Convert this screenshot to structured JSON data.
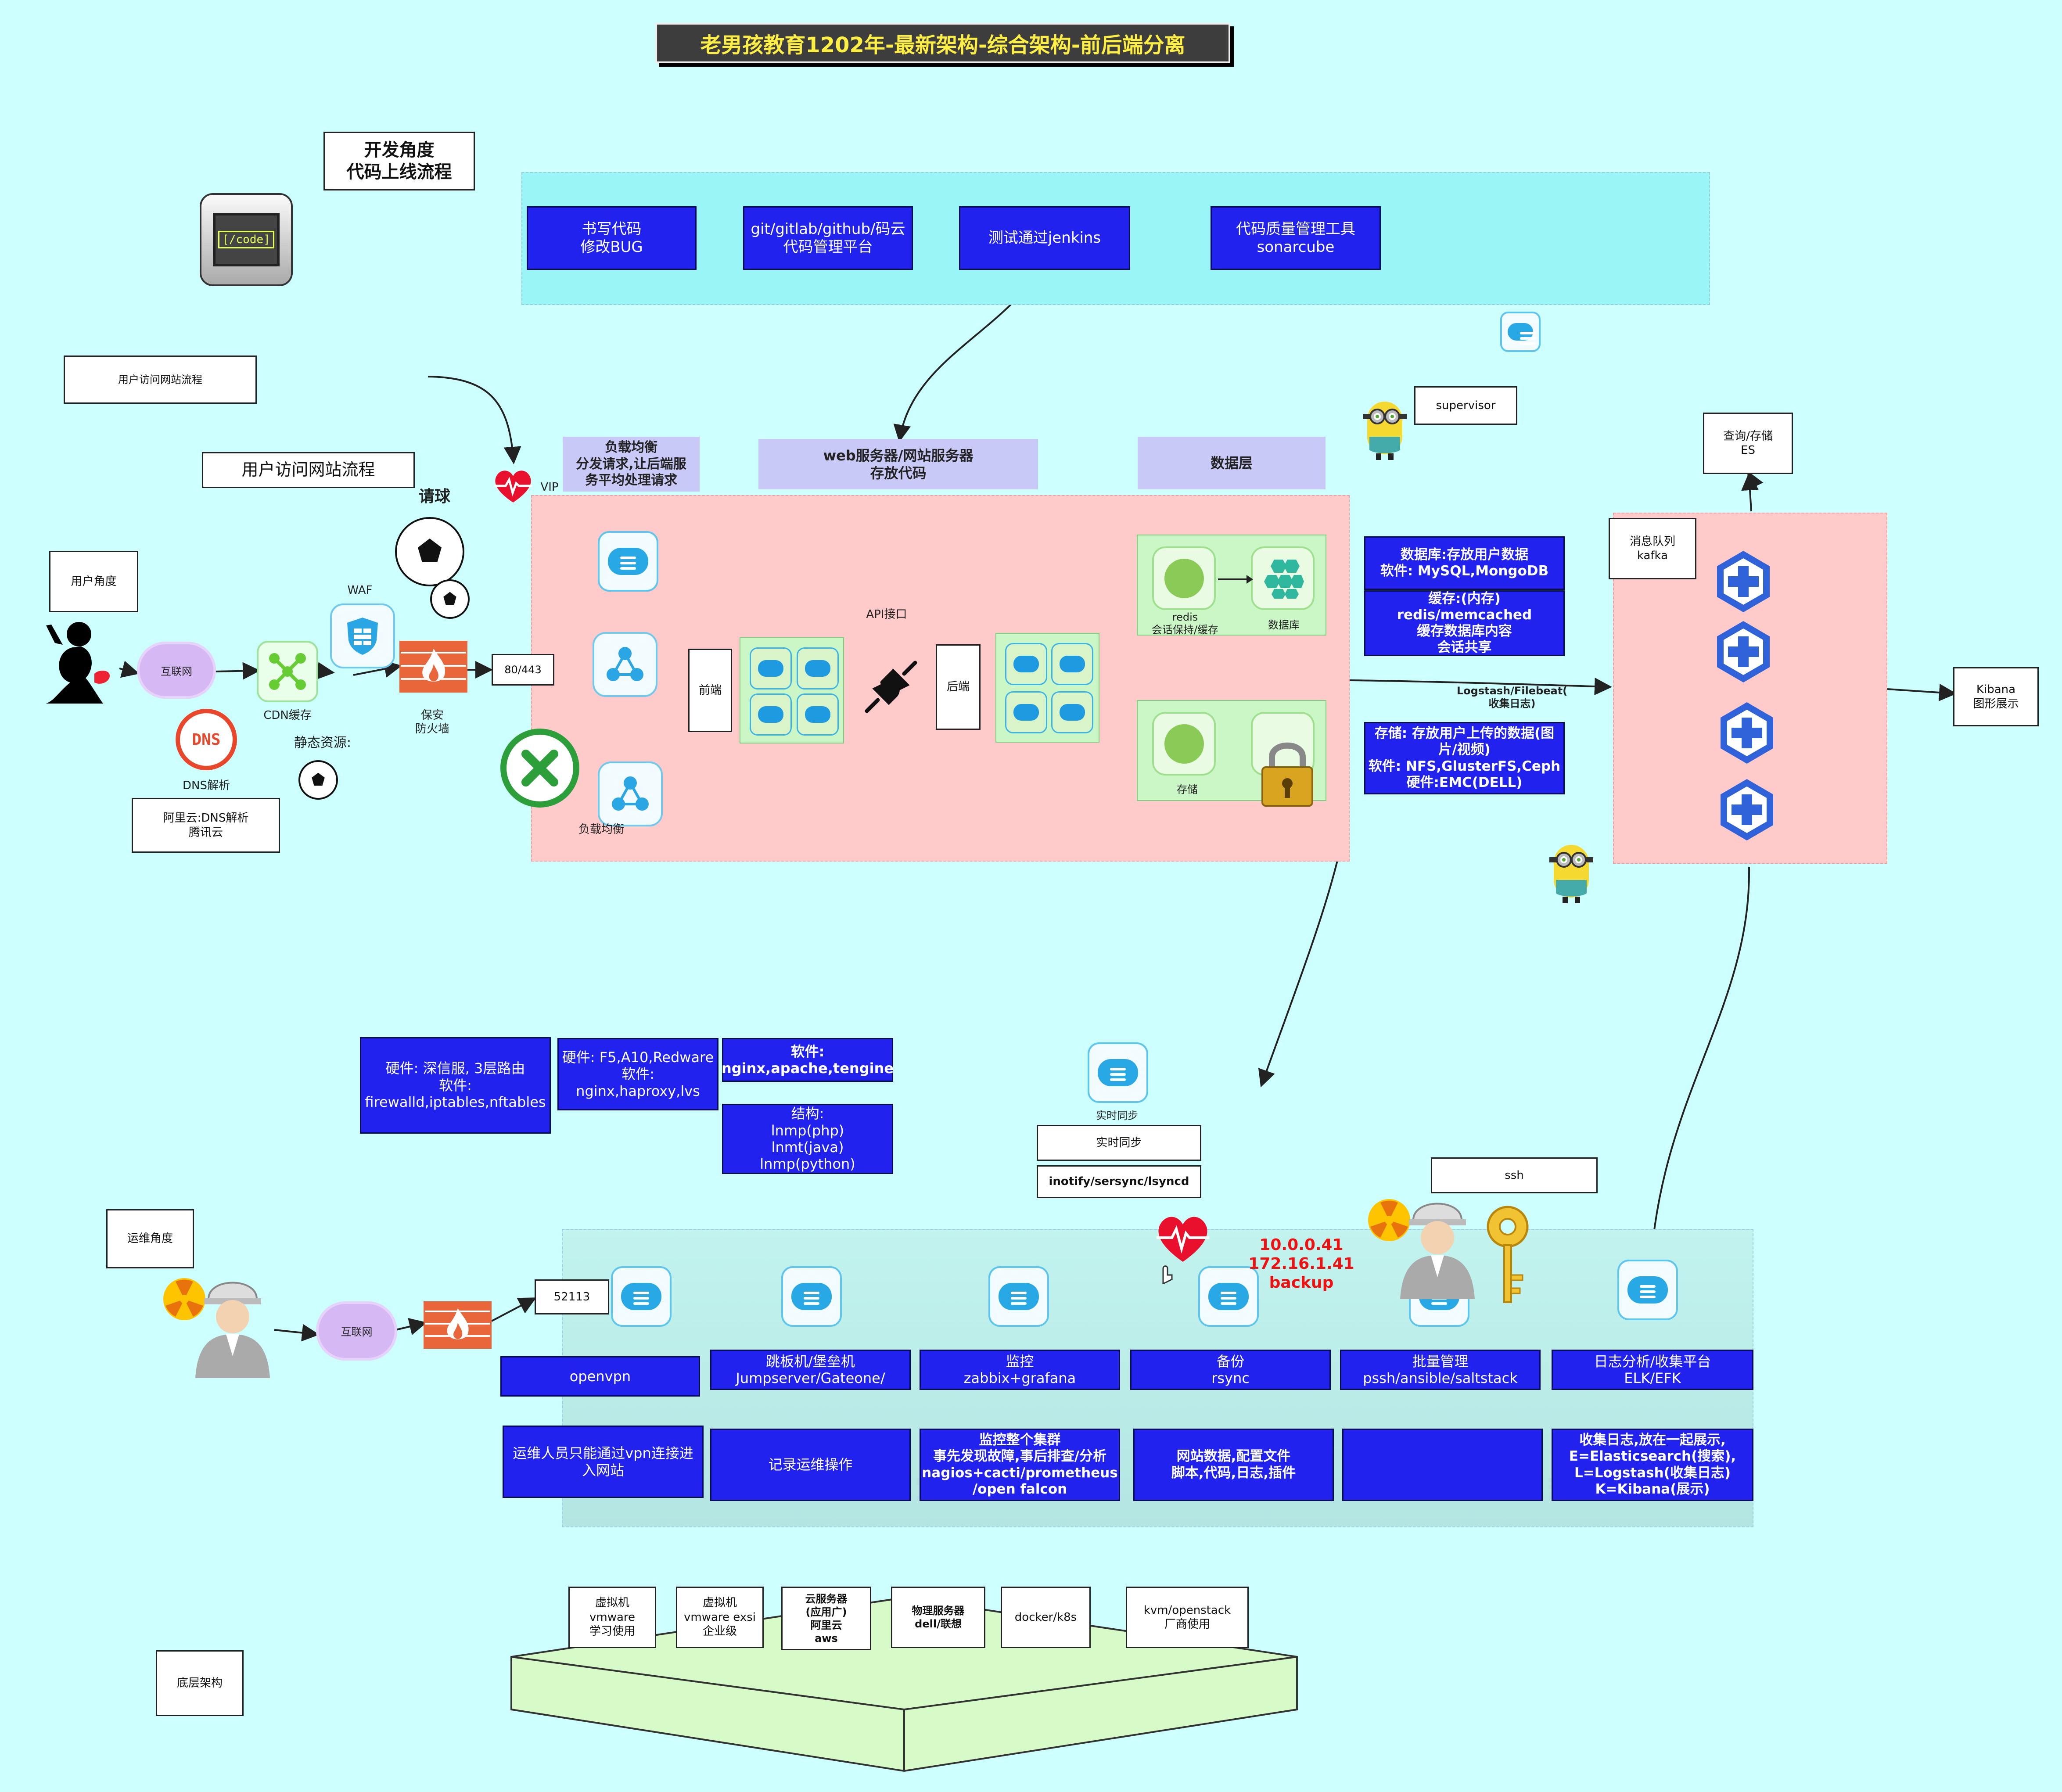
{
  "title": "老男孩教育1202年-最新架构-综合架构-前后端分离",
  "dev": {
    "heading": "开发角度\n代码上线流程",
    "steps": [
      "书写代码\n修改BUG",
      "git/gitlab/github/码云\n代码管理平台",
      "测试通过jenkins",
      "代码质量管理工具\nsonarcube"
    ],
    "code_icon_text": "[/code]"
  },
  "user": {
    "flow_small": "用户访问网站流程",
    "flow_heading": "用户访问网站流程",
    "angle": "用户角度",
    "internet": "互联网",
    "cdn": "CDN缓存",
    "waf": "WAF",
    "firewall": "保安\n防火墙",
    "qingqiu": "请球",
    "static": "静态资源:",
    "dns": "DNS解析",
    "dns_icon_text": "DNS",
    "dns_provider": "阿里云:DNS解析\n腾讯云",
    "vip": "VIP",
    "port": "80/443"
  },
  "headers": {
    "lb": "负载均衡\n分发请求,让后端服\n务平均处理请求",
    "web": "web服务器/网站服务器\n存放代码",
    "data": "数据层"
  },
  "core": {
    "frontend": "前端",
    "backend": "后端",
    "api": "API接口",
    "lb2": "负载均衡",
    "redis": "redis\n会话保持/缓存",
    "db": "数据库",
    "storage": "存储"
  },
  "data_notes": {
    "db": "数据库:存放用户数据\n软件: MySQL,MongoDB",
    "cache": "缓存:(内存)\nredis/memcached\n缓存数据库内容\n会话共享",
    "storage": "存储: 存放用户上传的数据(图片/视频)\n软件:  NFS,GlusterFS,Ceph\n硬件:EMC(DELL)"
  },
  "elk": {
    "supervisor": "supervisor",
    "query": "查询/存储\nES",
    "mq": "消息队列\nkafka",
    "logstash": "Logstash/Filebeat(\n收集日志)",
    "kibana": "Kibana\n图形展示"
  },
  "hw_notes": {
    "firewall": "硬件: 深信服, 3层路由\n软件:\nfirewalld,iptables,nftables",
    "lb": "硬件: F5,A10,Redware\n软件:\nnginx,haproxy,lvs",
    "web_sw": "软件:\nnginx,apache,tengine",
    "struct": "结构:\nlnmp(php)\nlnmt(java)\nlnmp(python)"
  },
  "sync": {
    "icon_label": "实时同步",
    "box": "实时同步",
    "tools": "inotify/sersync/lsyncd"
  },
  "ops": {
    "angle": "运维角度",
    "internet": "互联网",
    "port": "52113",
    "ssh": "ssh",
    "ips": "10.0.0.41\n172.16.1.41\nbackup",
    "tools": [
      "openvpn",
      "跳板机/堡垒机\nJumpserver/Gateone/",
      "监控\nzabbix+grafana",
      "备份\nrsync",
      "批量管理\npssh/ansible/saltstack",
      "日志分析/收集平台\nELK/EFK"
    ],
    "notes": [
      "运维人员只能通过vpn连接进入网站",
      "记录运维操作",
      "监控整个集群\n事先发现故障,事后排查/分析\nnagios+cacti/prometheus\n/open falcon",
      "网站数据,配置文件\n脚本,代码,日志,插件",
      "",
      "收集日志,放在一起展示,\nE=Elasticsearch(搜索),\nL=Logstash(收集日志)\nK=Kibana(展示)"
    ]
  },
  "bottom": {
    "label": "底层架构",
    "items": [
      "虚拟机\nvmware\n学习使用",
      "虚拟机\nvmware exsi\n企业级",
      "云服务器\n(应用广)\n阿里云\naws",
      "物理服务器\ndell/联想",
      "docker/k8s",
      "kvm/openstack\n厂商使用"
    ]
  },
  "colors": {
    "bg": "#ccfffd",
    "blue_box": "#2222ee",
    "pink_region": "#ffcaca",
    "cyan_region": "#9af5f7",
    "title_bg": "#3d3d3d",
    "title_text": "#ffee44",
    "ip_text": "#ee1111"
  }
}
